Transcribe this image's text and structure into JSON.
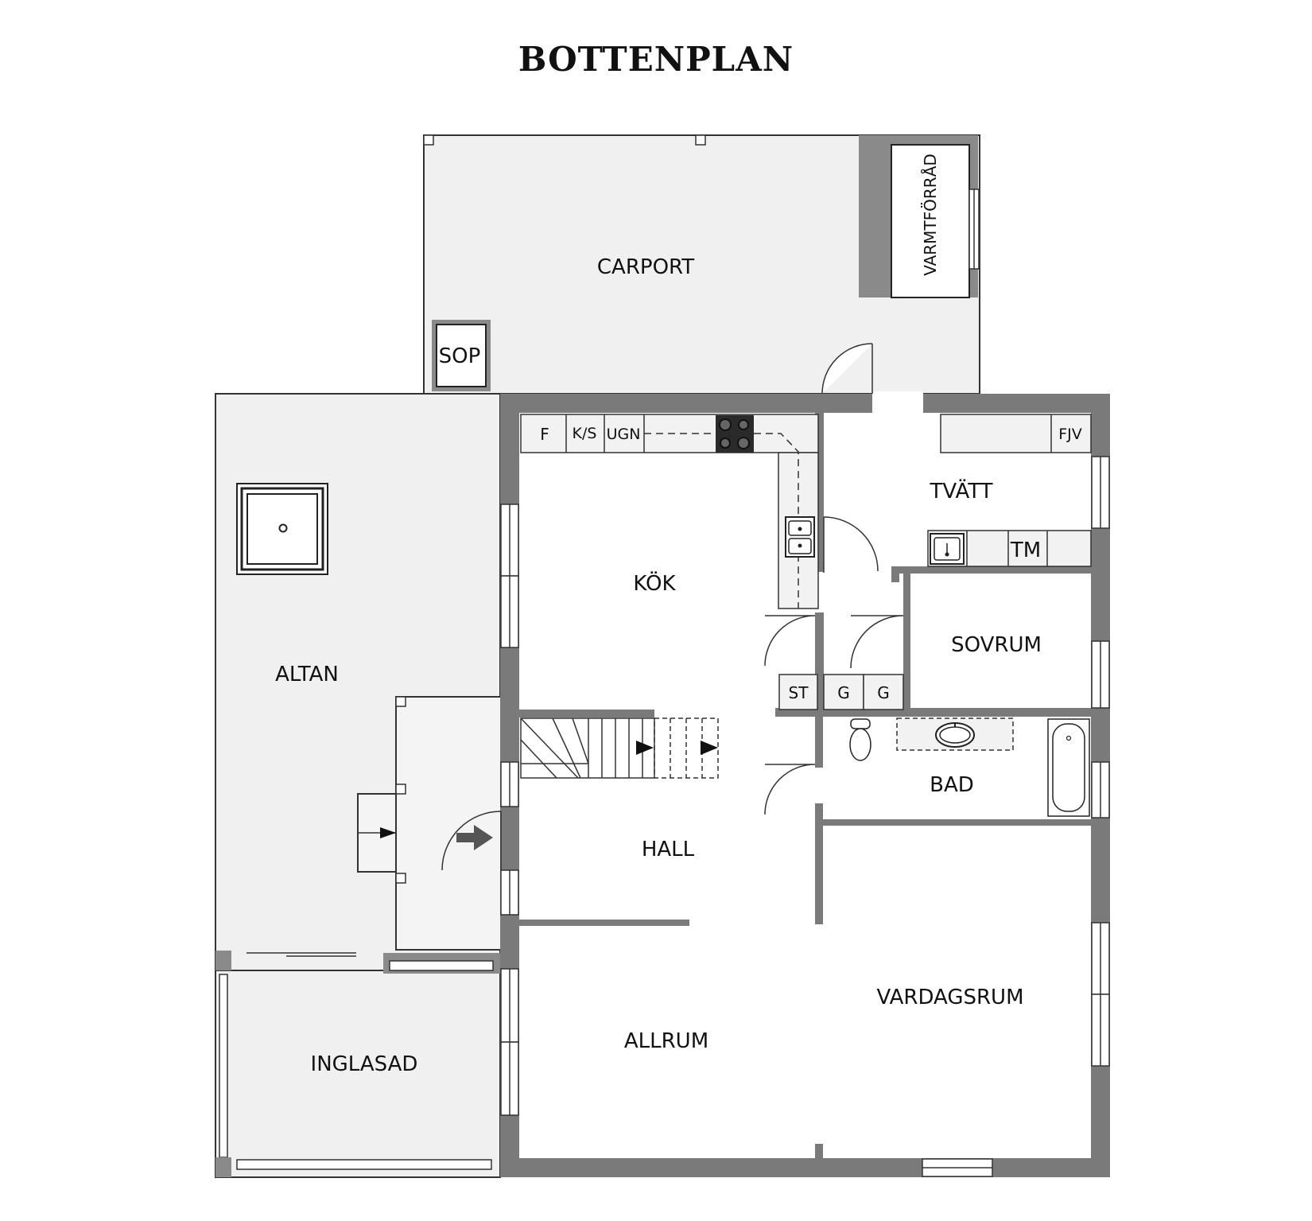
{
  "title": "BOTTENPLAN",
  "rooms": {
    "carport": "CARPORT",
    "varmtforrad": "VARMTFÖRRÅD",
    "sop": "SOP",
    "altan": "ALTAN",
    "inglasad": "INGLASAD",
    "kok": "KÖK",
    "hall": "HALL",
    "allrum": "ALLRUM",
    "tvatt": "TVÄTT",
    "sovrum": "SOVRUM",
    "bad": "BAD",
    "vardagsrum": "VARDAGSRUM"
  },
  "fixtures": {
    "f": "F",
    "ks": "K/S",
    "ugn": "UGN",
    "fjv": "FJV",
    "tm": "TM",
    "st": "ST",
    "g1": "G",
    "g2": "G"
  },
  "colors": {
    "wall": "#7a7a7a",
    "outdoor_fill": "#f0f0f0",
    "counter_fill": "#f2f2f2",
    "line": "#222222"
  }
}
